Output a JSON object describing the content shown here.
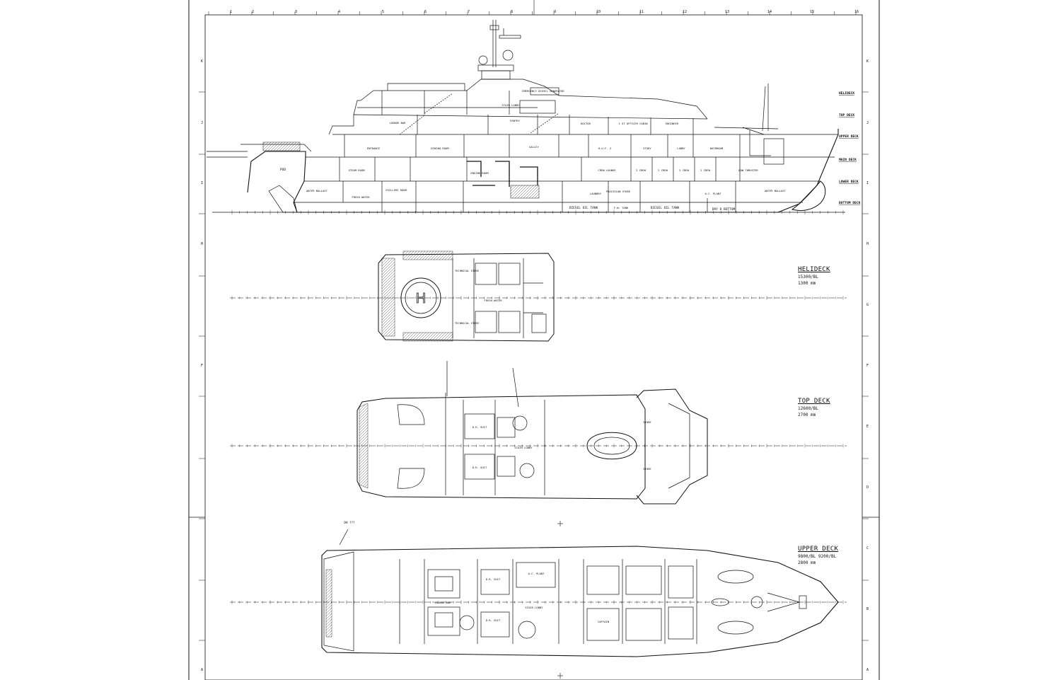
{
  "border": {
    "top_numbers": [
      "1",
      "2",
      "3",
      "4",
      "5",
      "6",
      "7",
      "8",
      "9",
      "10",
      "11",
      "12",
      "13",
      "14",
      "15",
      "16"
    ],
    "right_letters": [
      "K",
      "J",
      "I",
      "H",
      "G",
      "F",
      "E",
      "D",
      "C",
      "B",
      "A"
    ]
  },
  "profile": {
    "deck_markers": [
      "HELIDECK",
      "TOP DECK",
      "UPPER DECK",
      "MAIN DECK",
      "LOWER DECK",
      "BOTTOM DECK"
    ],
    "room_labels": {
      "lounge_bar": "LOUNGE BAR",
      "pantry": "PANTRY",
      "doctor": "DOCTOR",
      "officer_cabin": "1 ST OFFICER CABIN",
      "engineer": "ENGINEER",
      "entrance": "ENTRANCE",
      "dining_room": "DINING ROOM",
      "galley": "GALLEY",
      "hull_2": "H.U.F. 2",
      "study": "STUDY",
      "lobby": "LOBBY",
      "bathroom": "BATHROOM",
      "crew_lounge": "CREW LOUNGE",
      "crew_1": "2 CREW",
      "crew_2": "2 CREW",
      "crew_3": "2 CREW",
      "crew_4": "2 CREW",
      "steam_room": "STEAM ROOM",
      "engine_room": "ENGINE ROOM",
      "fresh_water": "FRESH WATER",
      "water_ballast": "WATER BALLAST",
      "water_ballast_2": "WATER BALLAST",
      "chillers": "CHILLERS ROOM",
      "laundry": "LAUNDRY",
      "provision": "PROVISION STORE",
      "ac_plant": "A.C. PLANT",
      "bow_thruster": "BOW THRUSTER",
      "diesel_1": "DIESEL OIL TANK",
      "diesel_2": "DIESEL OIL TANK",
      "fw_tank": "F.W. TANK",
      "dry_bottom": "DRY D BOTTOM",
      "pod": "POD",
      "emergency_gen": "EMERGENCY DIESEL GENERATOR",
      "stair_lobby": "STAIR LOBBY"
    }
  },
  "decks": [
    {
      "name": "HELIDECK",
      "level": "15300/BL",
      "height": "1300 mm"
    },
    {
      "name": "TOP DECK",
      "level": "12600/BL",
      "height": "2700 mm"
    },
    {
      "name": "UPPER DECK",
      "level": "9800/BL 9200/BL",
      "height": "2800 mm"
    }
  ],
  "plan_labels": {
    "heli_technical_1": "TECHNICAL STORE",
    "heli_technical_2": "TECHNICAL STORE",
    "heli_fresh_water": "FRESH WATER",
    "top_dr_suit_1": "D.R. SUIT",
    "top_dr_suit_2": "D.R. SUIT",
    "top_stair_lobby": "STAIR LOBBY",
    "top_store_1": "STORE",
    "top_store_2": "STORE",
    "upper_ac_plant": "A.C. PLANT",
    "upper_dr_suit_1": "D.R. SUIT",
    "upper_dr_suit_2": "D.R. SUIT",
    "upper_lounge_bar": "LOUNGE BAR",
    "upper_stair_lobby": "STAIR LOBBY",
    "upper_captain": "CAPTAIN",
    "upper_note": "DH ???"
  }
}
